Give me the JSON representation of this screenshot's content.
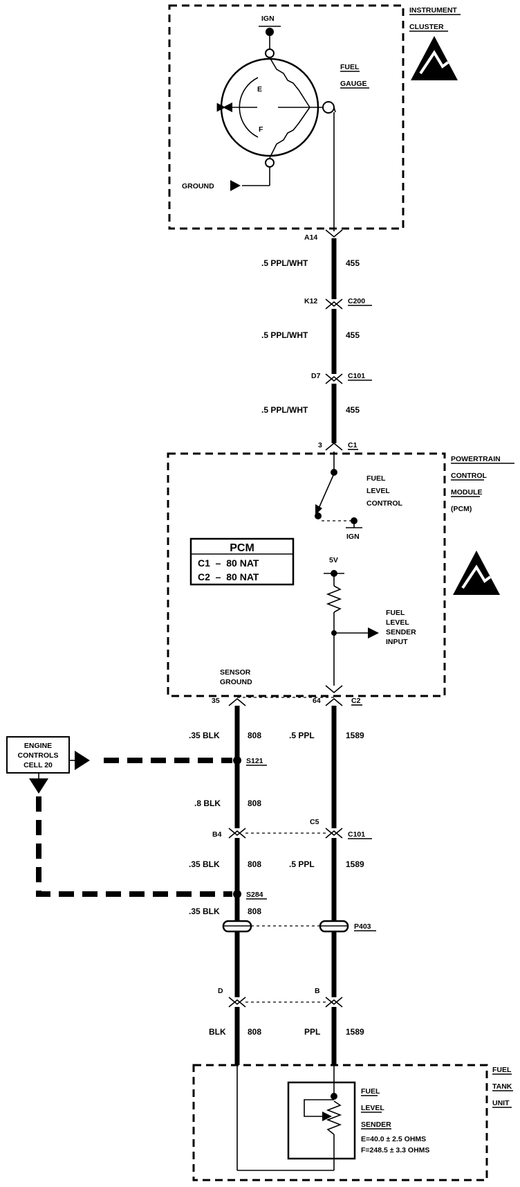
{
  "cluster": {
    "name_1": "INSTRUMENT",
    "name_2": "CLUSTER",
    "ign": "IGN",
    "gauge_1": "FUEL",
    "gauge_2": "GAUGE",
    "e": "E",
    "f": "F",
    "ground": "GROUND"
  },
  "harness_upper": {
    "a14": "A14",
    "wire_color_1": ".5 PPL/WHT",
    "circuit_1": "455",
    "k12": "K12",
    "c200": "C200",
    "wire_color_2": ".5 PPL/WHT",
    "circuit_2": "455",
    "d7": "D7",
    "c101": "C101",
    "wire_color_3": ".5 PPL/WHT",
    "circuit_3": "455",
    "pin_3": "3",
    "c1": "C1"
  },
  "pcm": {
    "name_1": "POWERTRAIN",
    "name_2": "CONTROL",
    "name_3": "MODULE",
    "name_4": "(PCM)",
    "switch_1": "FUEL",
    "switch_2": "LEVEL",
    "switch_3": "CONTROL",
    "ign": "IGN",
    "table_title": "PCM",
    "table_row_1": "C1  –  80 NAT",
    "table_row_2": "C2  –  80 NAT",
    "v5": "5V",
    "input_1": "FUEL",
    "input_2": "LEVEL",
    "input_3": "SENDER",
    "input_4": "INPUT",
    "sensor_1": "SENSOR",
    "sensor_2": "GROUND",
    "pin_35": "35",
    "pin_64": "64",
    "c2": "C2"
  },
  "harness_lower": {
    "left_color_1": ".35 BLK",
    "left_circuit_1": "808",
    "right_color_1": ".5 PPL",
    "right_circuit_1": "1589",
    "s121": "S121",
    "left_color_2": ".8 BLK",
    "left_circuit_2": "808",
    "c5": "C5",
    "b4": "B4",
    "c101": "C101",
    "left_color_3": ".35 BLK",
    "left_circuit_3": "808",
    "right_color_3": ".5 PPL",
    "right_circuit_3": "1589",
    "s284": "S284",
    "left_color_4": ".35 BLK",
    "left_circuit_4": "808",
    "p403": "P403",
    "pin_d": "D",
    "pin_b": "B",
    "left_color_5": "BLK",
    "left_circuit_5": "808",
    "right_color_5": "PPL",
    "right_circuit_5": "1589"
  },
  "engine_ref": {
    "line_1": "ENGINE",
    "line_2": "CONTROLS",
    "line_3": "CELL 20"
  },
  "tank": {
    "name_1": "FUEL",
    "name_2": "TANK",
    "name_3": "UNIT",
    "sender_1": "FUEL",
    "sender_2": "LEVEL",
    "sender_3": "SENDER",
    "spec_e": "E=40.0 ± 2.5 OHMS",
    "spec_f": "F=248.5 ± 3.3 OHMS"
  }
}
